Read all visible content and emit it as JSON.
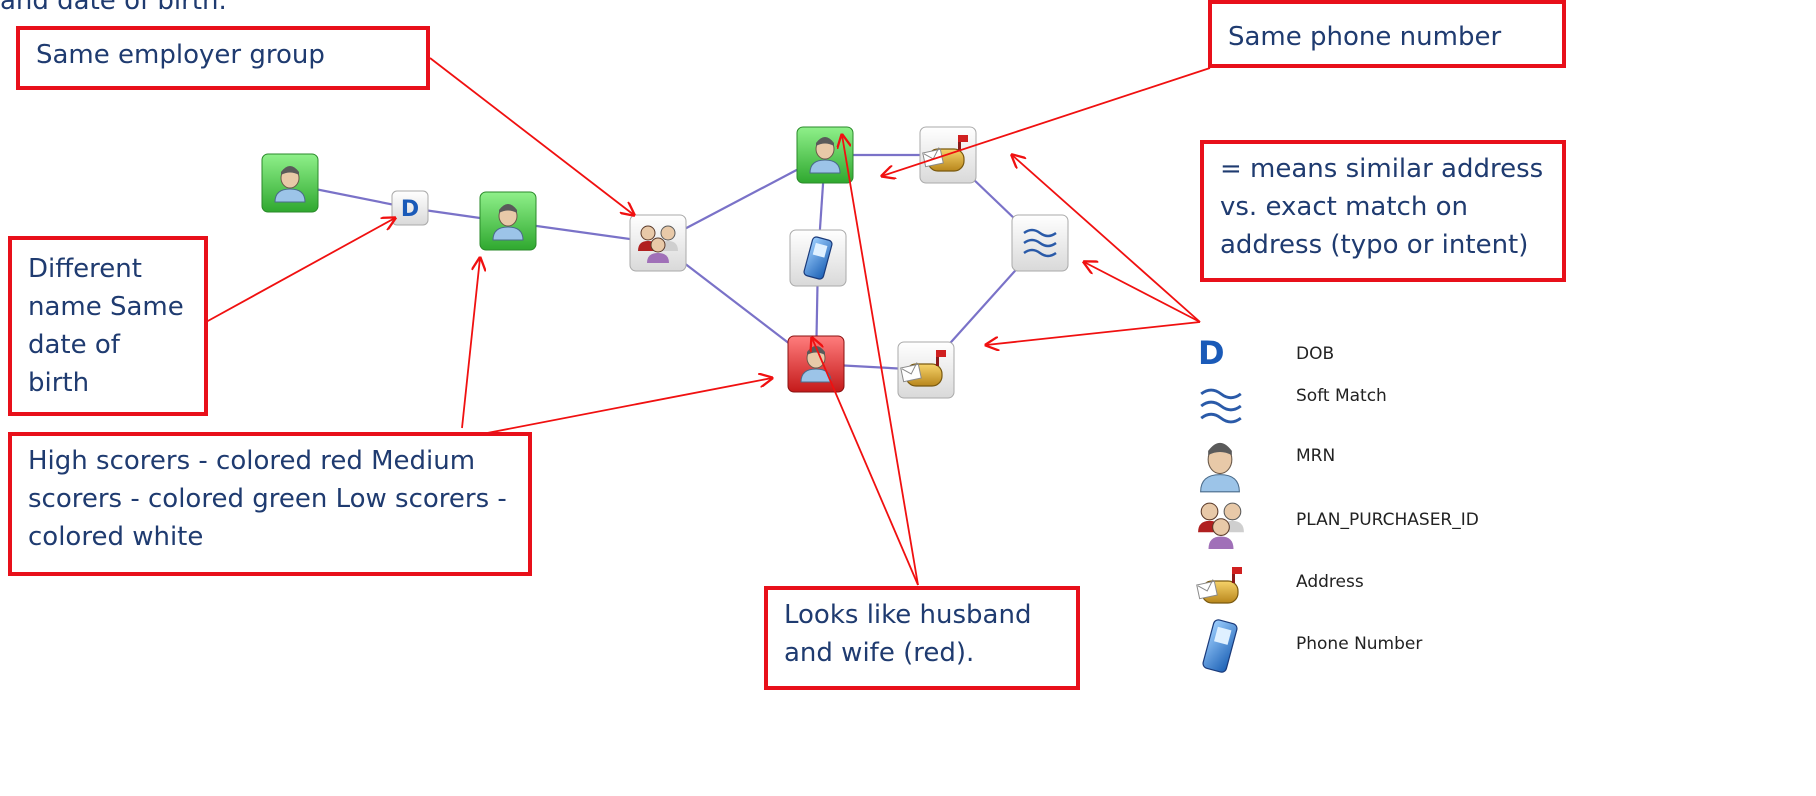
{
  "page": {
    "intro_fragment": "and date of birth."
  },
  "callouts": {
    "employer": "Same employer group",
    "phone": "Same phone number",
    "address": "= means similar address vs. exact match on address (typo or intent)",
    "name": "Different name Same date of birth",
    "scores": "High scorers - colored red Medium scorers - colored green Low scorers - colored white",
    "couple": "Looks like husband and wife (red)."
  },
  "legend": {
    "items": [
      {
        "icon": "dob-icon",
        "label": "DOB"
      },
      {
        "icon": "soft-match-icon",
        "label": "Soft Match"
      },
      {
        "icon": "mrn-person-icon",
        "label": "MRN"
      },
      {
        "icon": "plan-purchaser-group-icon",
        "label": "PLAN_PURCHASER_ID"
      },
      {
        "icon": "mailbox-address-icon",
        "label": "Address"
      },
      {
        "icon": "phone-icon",
        "label": "Phone Number"
      }
    ]
  },
  "colors": {
    "high": "#e02a2a",
    "medium": "#3fbf3f",
    "low": "#ffffff",
    "edge": "#7a72c8",
    "callout_border": "#e8101a",
    "arrow": "#f01010",
    "text": "#1f3b70"
  },
  "nodes": [
    {
      "id": "mrn-green-1",
      "type": "MRN",
      "score": "medium"
    },
    {
      "id": "dob",
      "type": "DOB"
    },
    {
      "id": "mrn-green-2",
      "type": "MRN",
      "score": "medium"
    },
    {
      "id": "group",
      "type": "PLAN_PURCHASER_ID"
    },
    {
      "id": "mrn-green-top",
      "type": "MRN",
      "score": "medium"
    },
    {
      "id": "phone",
      "type": "Phone Number"
    },
    {
      "id": "mrn-red",
      "type": "MRN",
      "score": "high"
    },
    {
      "id": "address-top",
      "type": "Address"
    },
    {
      "id": "address-bottom",
      "type": "Address"
    },
    {
      "id": "soft-match",
      "type": "Soft Match"
    }
  ]
}
